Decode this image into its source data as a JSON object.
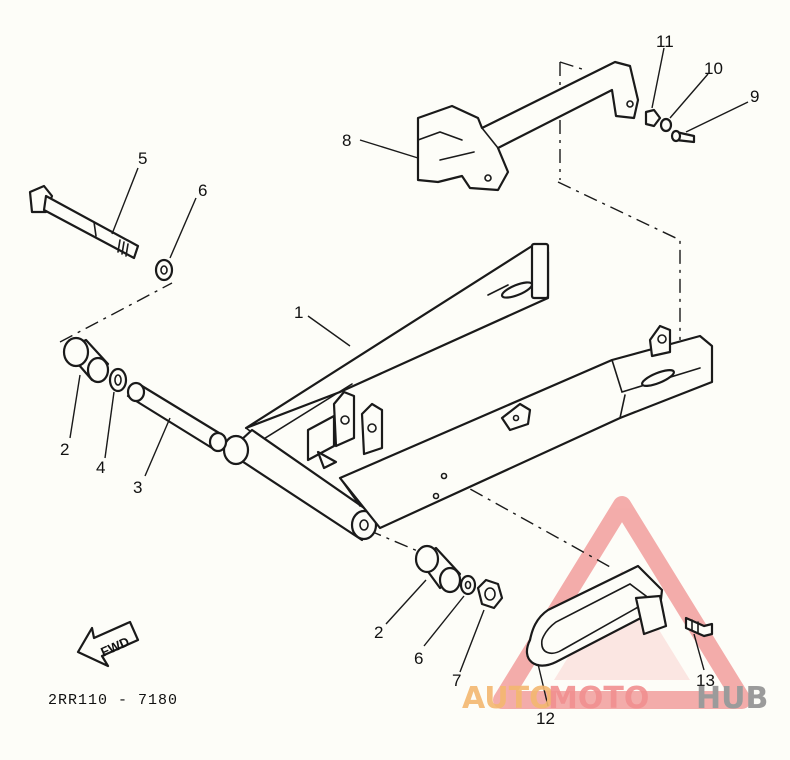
{
  "diagram": {
    "drawing_code": "2RR110 - 7180",
    "fwd_label": "FWD",
    "callouts": [
      {
        "id": "1",
        "label": "1"
      },
      {
        "id": "2a",
        "label": "2"
      },
      {
        "id": "2b",
        "label": "2"
      },
      {
        "id": "3",
        "label": "3"
      },
      {
        "id": "4",
        "label": "4"
      },
      {
        "id": "5",
        "label": "5"
      },
      {
        "id": "6a",
        "label": "6"
      },
      {
        "id": "6b",
        "label": "6"
      },
      {
        "id": "7",
        "label": "7"
      },
      {
        "id": "8",
        "label": "8"
      },
      {
        "id": "9",
        "label": "9"
      },
      {
        "id": "10",
        "label": "10"
      },
      {
        "id": "11",
        "label": "11"
      },
      {
        "id": "12",
        "label": "12"
      },
      {
        "id": "13",
        "label": "13"
      }
    ]
  },
  "watermark": {
    "part1": "AUTO",
    "part2": "MOTO",
    "part3": "HUB",
    "colors": {
      "auto": "#f4b870",
      "moto": "#f19090",
      "hub": "#9b9b9b",
      "triangle": "#ec6b6b"
    }
  }
}
